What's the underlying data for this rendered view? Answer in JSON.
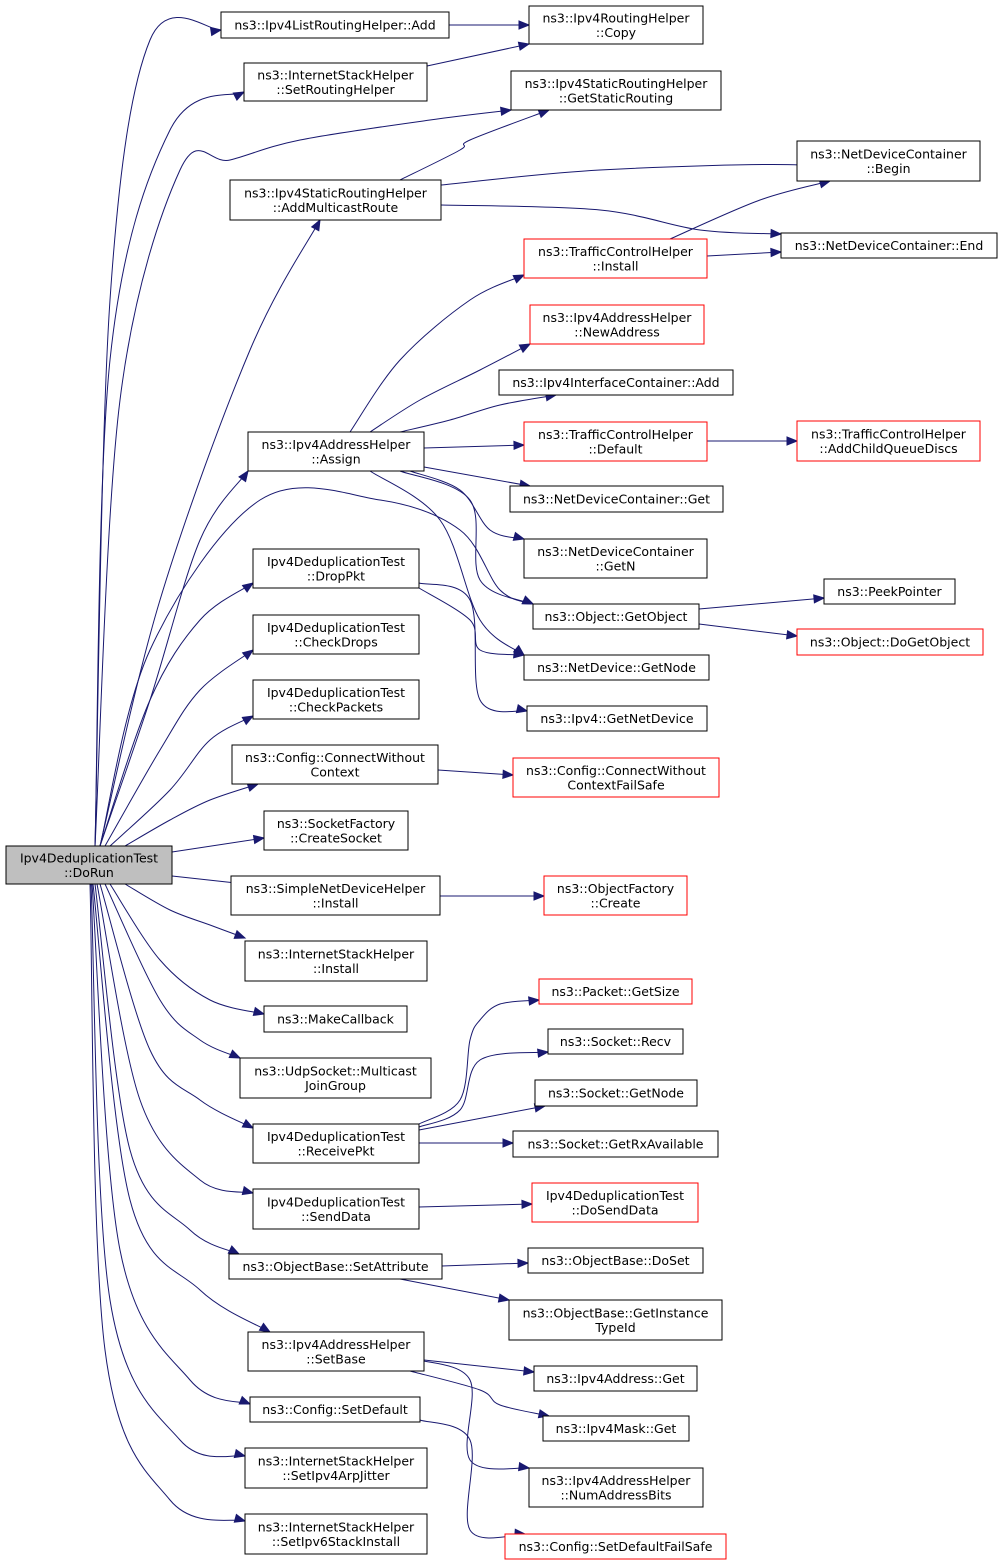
{
  "colors": {
    "edge": "#191970",
    "node_border": "#000000",
    "link_border_red": "#ff0000",
    "root_fill": "#bfbfbf",
    "node_fill": "#ffffff"
  },
  "nodes": {
    "root": {
      "lines": [
        "Ipv4DeduplicationTest",
        "::DoRun"
      ]
    },
    "n_lrh_add": {
      "lines": [
        "ns3::Ipv4ListRoutingHelper::Add"
      ]
    },
    "n_rh_copy": {
      "lines": [
        "ns3::Ipv4RoutingHelper",
        "::Copy"
      ]
    },
    "n_ish_setrouting": {
      "lines": [
        "ns3::InternetStackHelper",
        "::SetRoutingHelper"
      ]
    },
    "n_srh_getstatic": {
      "lines": [
        "ns3::Ipv4StaticRoutingHelper",
        "::GetStaticRouting"
      ]
    },
    "n_ndc_begin": {
      "lines": [
        "ns3::NetDeviceContainer",
        "::Begin"
      ]
    },
    "n_srh_addmulticast": {
      "lines": [
        "ns3::Ipv4StaticRoutingHelper",
        "::AddMulticastRoute"
      ]
    },
    "n_ndc_end": {
      "lines": [
        "ns3::NetDeviceContainer::End"
      ]
    },
    "n_tch_install": {
      "lines": [
        "ns3::TrafficControlHelper",
        "::Install"
      ]
    },
    "n_aah_newaddress": {
      "lines": [
        "ns3::Ipv4AddressHelper",
        "::NewAddress"
      ]
    },
    "n_ic_add": {
      "lines": [
        "ns3::Ipv4InterfaceContainer::Add"
      ]
    },
    "n_aah_assign": {
      "lines": [
        "ns3::Ipv4AddressHelper",
        "::Assign"
      ]
    },
    "n_tch_default": {
      "lines": [
        "ns3::TrafficControlHelper",
        "::Default"
      ]
    },
    "n_tch_addchild": {
      "lines": [
        "ns3::TrafficControlHelper",
        "::AddChildQueueDiscs"
      ]
    },
    "n_ndc_get": {
      "lines": [
        "ns3::NetDeviceContainer::Get"
      ]
    },
    "n_ndc_getn": {
      "lines": [
        "ns3::NetDeviceContainer",
        "::GetN"
      ]
    },
    "n_obj_getobject": {
      "lines": [
        "ns3::Object::GetObject"
      ]
    },
    "n_peekpointer": {
      "lines": [
        "ns3::PeekPointer"
      ]
    },
    "n_obj_dogetobject": {
      "lines": [
        "ns3::Object::DoGetObject"
      ]
    },
    "n_dt_droppkt": {
      "lines": [
        "Ipv4DeduplicationTest",
        "::DropPkt"
      ]
    },
    "n_nd_getnode": {
      "lines": [
        "ns3::NetDevice::GetNode"
      ]
    },
    "n_dt_checkdrops": {
      "lines": [
        "Ipv4DeduplicationTest",
        "::CheckDrops"
      ]
    },
    "n_ipv4_getnetdevice": {
      "lines": [
        "ns3::Ipv4::GetNetDevice"
      ]
    },
    "n_dt_checkpackets": {
      "lines": [
        "Ipv4DeduplicationTest",
        "::CheckPackets"
      ]
    },
    "n_cfg_connectwoctx": {
      "lines": [
        "ns3::Config::ConnectWithout",
        "Context"
      ]
    },
    "n_cfg_connectwoctxfs": {
      "lines": [
        "ns3::Config::ConnectWithout",
        "ContextFailSafe"
      ]
    },
    "n_sf_createsocket": {
      "lines": [
        "ns3::SocketFactory",
        "::CreateSocket"
      ]
    },
    "n_sndh_install": {
      "lines": [
        "ns3::SimpleNetDeviceHelper",
        "::Install"
      ]
    },
    "n_of_create": {
      "lines": [
        "ns3::ObjectFactory",
        "::Create"
      ]
    },
    "n_ish_install": {
      "lines": [
        "ns3::InternetStackHelper",
        "::Install"
      ]
    },
    "n_makecallback": {
      "lines": [
        "ns3::MakeCallback"
      ]
    },
    "n_pkt_getsize": {
      "lines": [
        "ns3::Packet::GetSize"
      ]
    },
    "n_sock_recv": {
      "lines": [
        "ns3::Socket::Recv"
      ]
    },
    "n_udp_multicastjoin": {
      "lines": [
        "ns3::UdpSocket::Multicast",
        "JoinGroup"
      ]
    },
    "n_sock_getnode": {
      "lines": [
        "ns3::Socket::GetNode"
      ]
    },
    "n_dt_receivepkt": {
      "lines": [
        "Ipv4DeduplicationTest",
        "::ReceivePkt"
      ]
    },
    "n_sock_getrxavail": {
      "lines": [
        "ns3::Socket::GetRxAvailable"
      ]
    },
    "n_dt_dosenddata": {
      "lines": [
        "Ipv4DeduplicationTest",
        "::DoSendData"
      ]
    },
    "n_dt_senddata": {
      "lines": [
        "Ipv4DeduplicationTest",
        "::SendData"
      ]
    },
    "n_ob_doset": {
      "lines": [
        "ns3::ObjectBase::DoSet"
      ]
    },
    "n_ob_setattribute": {
      "lines": [
        "ns3::ObjectBase::SetAttribute"
      ]
    },
    "n_ob_getinstancetypeid": {
      "lines": [
        "ns3::ObjectBase::GetInstance",
        "TypeId"
      ]
    },
    "n_aah_setbase": {
      "lines": [
        "ns3::Ipv4AddressHelper",
        "::SetBase"
      ]
    },
    "n_addr_get": {
      "lines": [
        "ns3::Ipv4Address::Get"
      ]
    },
    "n_cfg_setdefault": {
      "lines": [
        "ns3::Config::SetDefault"
      ]
    },
    "n_mask_get": {
      "lines": [
        "ns3::Ipv4Mask::Get"
      ]
    },
    "n_ish_setarpjitter": {
      "lines": [
        "ns3::InternetStackHelper",
        "::SetIpv4ArpJitter"
      ]
    },
    "n_aah_numaddrbits": {
      "lines": [
        "ns3::Ipv4AddressHelper",
        "::NumAddressBits"
      ]
    },
    "n_ish_setipv6": {
      "lines": [
        "ns3::InternetStackHelper",
        "::SetIpv6StackInstall"
      ]
    },
    "n_cfg_setdefaultfs": {
      "lines": [
        "ns3::Config::SetDefaultFailSafe"
      ]
    }
  }
}
